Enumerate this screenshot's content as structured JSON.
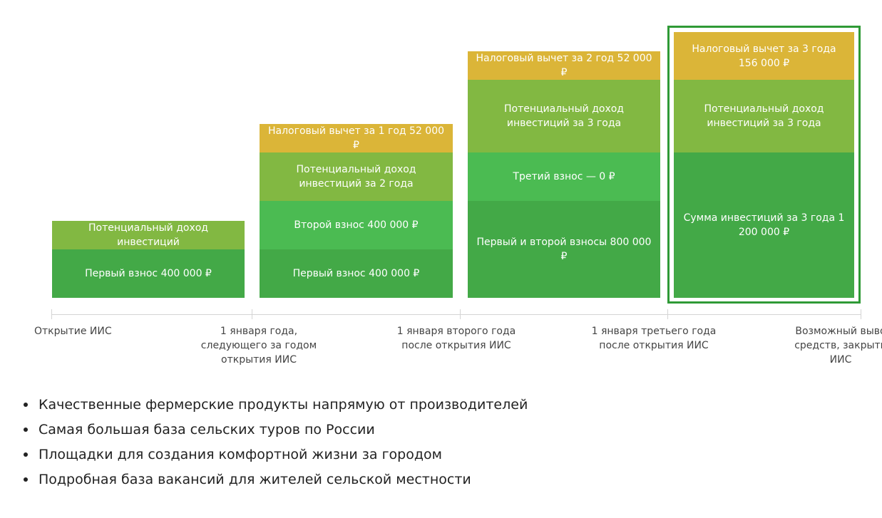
{
  "colors": {
    "dark_green": "#43a947",
    "green": "#4bbb52",
    "olive_green": "#82b842",
    "yellow": "#dbb538",
    "highlight_border": "#2f9a36"
  },
  "diagram": {
    "stages": [
      {
        "blocks": [
          {
            "text": "Первый взнос 400 000 ₽",
            "color": "dark_green"
          },
          {
            "text": "Потенциальный доход инвестиций",
            "color": "olive_green"
          }
        ]
      },
      {
        "blocks": [
          {
            "text": "Первый взнос 400 000 ₽",
            "color": "dark_green"
          },
          {
            "text": "Второй взнос 400 000 ₽",
            "color": "green"
          },
          {
            "text": "Потенциальный доход инвестиций за 2 года",
            "color": "olive_green"
          },
          {
            "text": "Налоговый вычет за 1 год 52 000 ₽",
            "color": "yellow"
          }
        ]
      },
      {
        "blocks": [
          {
            "text": "Первый и второй взносы 800 000 ₽",
            "color": "dark_green"
          },
          {
            "text": "Третий взнос — 0 ₽",
            "color": "green"
          },
          {
            "text": "Потенциальный доход инвестиций за 3 года",
            "color": "olive_green"
          },
          {
            "text": "Налоговый вычет за 2 год 52 000 ₽",
            "color": "yellow"
          }
        ]
      },
      {
        "highlighted": true,
        "blocks": [
          {
            "text": "Сумма инвестиций за 3 года 1 200 000 ₽",
            "color": "dark_green"
          },
          {
            "text": "Потенциальный доход инвестиций за 3 года",
            "color": "olive_green"
          },
          {
            "text": "Налоговый вычет за 3 года 156 000 ₽",
            "color": "yellow"
          }
        ]
      }
    ],
    "milestones": [
      {
        "lines": [
          "Открытие ИИС"
        ]
      },
      {
        "lines": [
          "1 января года,",
          "следующего за годом",
          "открытия ИИС"
        ]
      },
      {
        "lines": [
          "1 января второго года",
          "после открытия ИИС"
        ]
      },
      {
        "lines": [
          "1 января третьего года",
          "после открытия ИИС"
        ]
      },
      {
        "lines": [
          "Возможный выво",
          "средств, закрыти",
          "ИИС"
        ]
      }
    ]
  },
  "benefits": [
    "Качественные фермерские продукты напрямую от производителей",
    "Самая большая база сельских туров по России",
    "Площадки для создания комфортной жизни за городом",
    "Подробная база вакансий для жителей сельской местности"
  ]
}
